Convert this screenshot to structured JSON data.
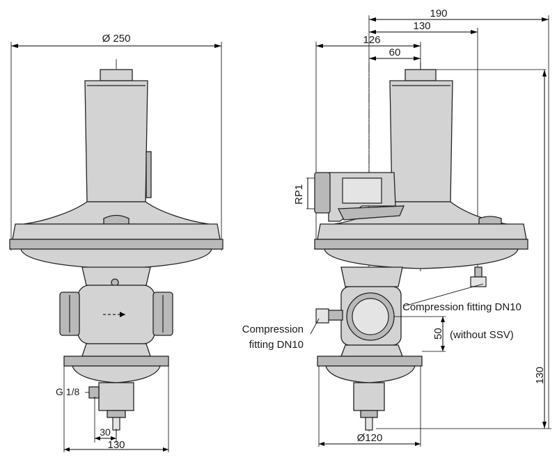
{
  "dimensions": {
    "front_diameter": "Ø 250",
    "front_gauge_thread": "G 1/8",
    "front_small_offset": "30",
    "front_bottom_width": "130",
    "side_overall_width": "190",
    "side_width_130": "130",
    "side_width_126": "126",
    "side_width_60": "60",
    "side_inlet_thread": "RP1",
    "side_height_50": "50",
    "side_height_50_note": "(without SSV)",
    "side_overall_height": "130",
    "side_bottom_diameter": "Ø120"
  },
  "callouts": {
    "compression_fitting_right": "Compression fitting DN10",
    "compression_fitting_left_line1": "Compression",
    "compression_fitting_left_line2": "fitting DN10"
  }
}
